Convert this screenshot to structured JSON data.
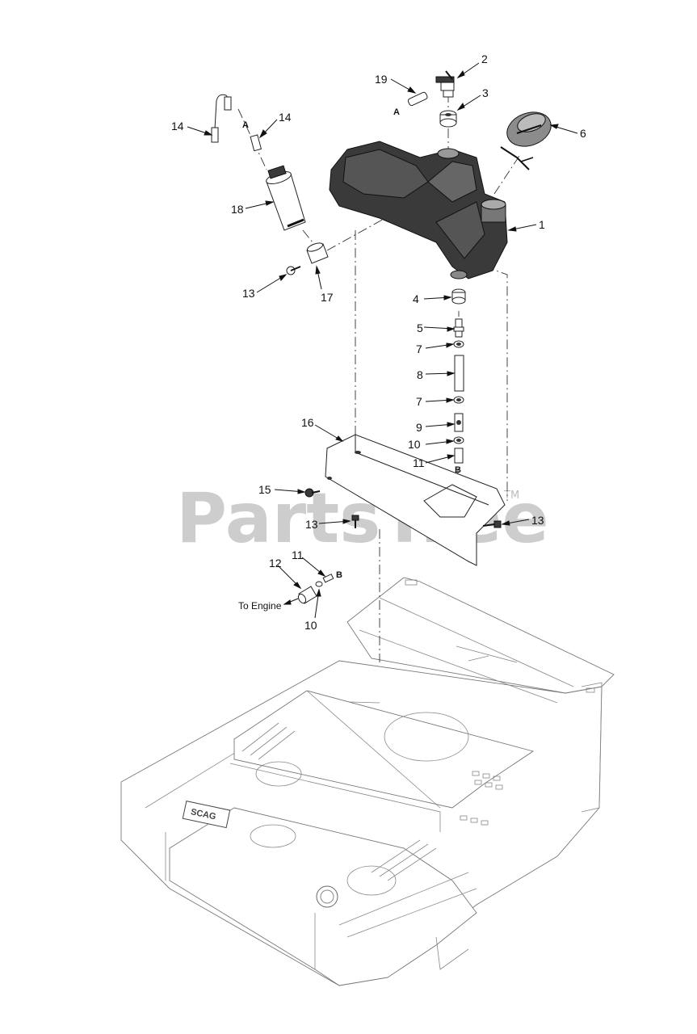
{
  "watermark": {
    "text": "PartsTree",
    "trademark": "TM"
  },
  "callouts": [
    {
      "id": "c2",
      "label": "2"
    },
    {
      "id": "c19",
      "label": "19"
    },
    {
      "id": "c3",
      "label": "3"
    },
    {
      "id": "c6",
      "label": "6"
    },
    {
      "id": "c1",
      "label": "1"
    },
    {
      "id": "c14a",
      "label": "14"
    },
    {
      "id": "c14b",
      "label": "14"
    },
    {
      "id": "c18",
      "label": "18"
    },
    {
      "id": "c13a",
      "label": "13"
    },
    {
      "id": "c17",
      "label": "17"
    },
    {
      "id": "c4",
      "label": "4"
    },
    {
      "id": "c5",
      "label": "5"
    },
    {
      "id": "c7a",
      "label": "7"
    },
    {
      "id": "c8",
      "label": "8"
    },
    {
      "id": "c7b",
      "label": "7"
    },
    {
      "id": "c9",
      "label": "9"
    },
    {
      "id": "c10a",
      "label": "10"
    },
    {
      "id": "c11a",
      "label": "11"
    },
    {
      "id": "c16",
      "label": "16"
    },
    {
      "id": "c15",
      "label": "15"
    },
    {
      "id": "c13b",
      "label": "13"
    },
    {
      "id": "c13c",
      "label": "13"
    },
    {
      "id": "c12",
      "label": "12"
    },
    {
      "id": "c11b",
      "label": "11"
    },
    {
      "id": "c10b",
      "label": "10"
    }
  ],
  "connection_letters": {
    "a_upper": "A",
    "a_lower": "A",
    "b_upper": "B",
    "b_lower": "B"
  },
  "notes": {
    "to_engine": "To Engine"
  },
  "frame_logo": "SCAG"
}
